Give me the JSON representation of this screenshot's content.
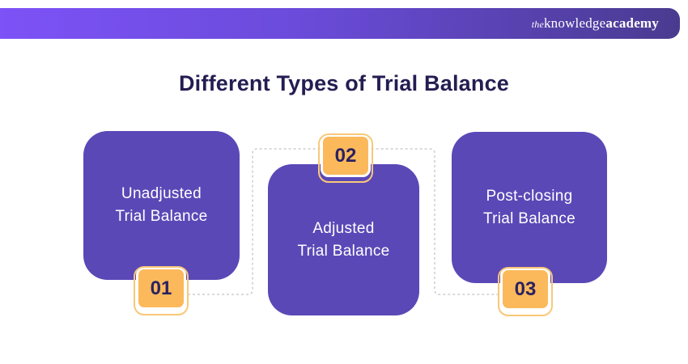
{
  "header": {
    "logo_the": "the",
    "logo_knowledge": "knowledge",
    "logo_academy": "academy"
  },
  "title": "Different Types of Trial Balance",
  "cards": [
    {
      "number": "01",
      "lines": [
        "Unadjusted",
        "Trial Balance"
      ]
    },
    {
      "number": "02",
      "lines": [
        "Adjusted",
        "Trial Balance"
      ]
    },
    {
      "number": "03",
      "lines": [
        "Post-closing",
        "Trial Balance"
      ]
    }
  ],
  "colors": {
    "header_gradient_start": "#7D52F7",
    "header_gradient_end": "#4A3B90",
    "card_purple": "#5B48B7",
    "badge_orange": "#FBB95B",
    "badge_ring": "#F9C878",
    "badge_number": "#2B2161",
    "title_navy": "#241D52",
    "connector_gray": "#CDCDCD",
    "text_white": "#FFFFFF"
  }
}
